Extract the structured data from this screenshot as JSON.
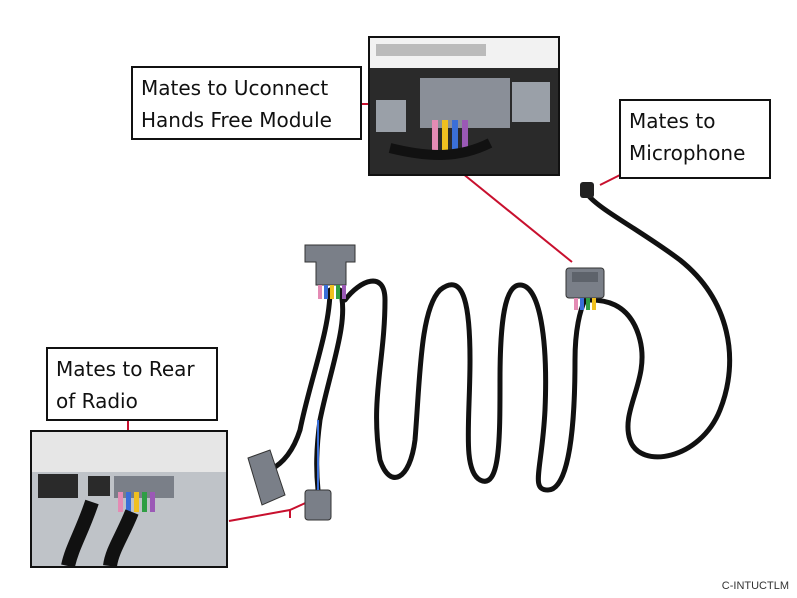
{
  "labels": {
    "uconnect": [
      "Mates to Uconnect",
      "Hands Free Module"
    ],
    "microphone": [
      "Mates to",
      "Microphone"
    ],
    "radio": [
      "Mates to Rear",
      "of Radio"
    ]
  },
  "part_code": "C-INTUCTLM",
  "colors": {
    "leader_line": "#c8102e",
    "cable": "#111111",
    "connector": "#7a7f88"
  }
}
